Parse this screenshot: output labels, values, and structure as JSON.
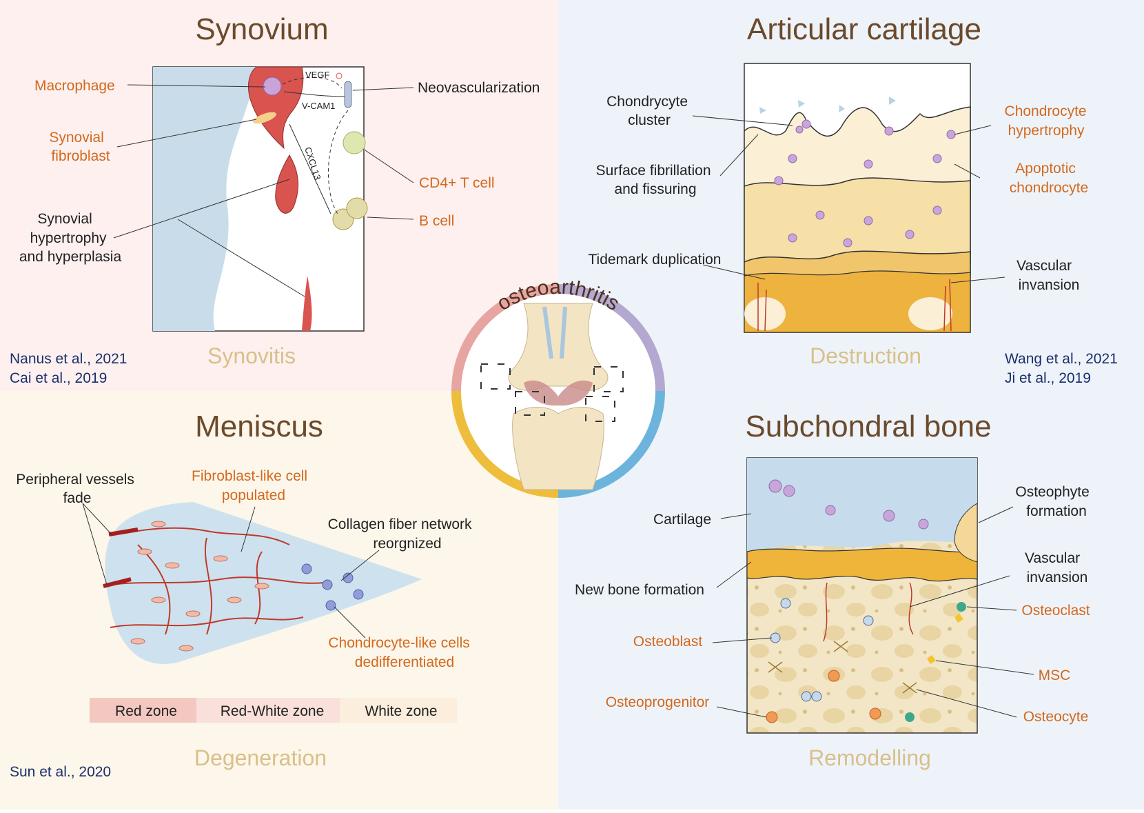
{
  "center": {
    "label": "osteoarthritis"
  },
  "synovium": {
    "title": "Synovium",
    "subtitle": "Synovitis",
    "refs": [
      "Nanus et al., 2021",
      "Cai et al., 2019"
    ],
    "labels": {
      "macrophage": "Macrophage",
      "synovial_fibroblast": [
        "Synovial",
        "fibroblast"
      ],
      "hypertrophy": [
        "Synovial",
        "hypertrophy",
        "and hyperplasia"
      ],
      "neovascularization": "Neovascularization",
      "cd4": "CD4+ T cell",
      "bcell": "B cell",
      "vegf": "VEGF",
      "vcam": "V-CAM1",
      "cxcl13": "CXCL13"
    }
  },
  "cartilage": {
    "title": "Articular cartilage",
    "subtitle": "Destruction",
    "refs": [
      "Wang et al., 2021",
      "Ji et al., 2019"
    ],
    "labels": {
      "cluster": [
        "Chondrycyte",
        "cluster"
      ],
      "fibrillation": [
        "Surface fibrillation",
        "and fissuring"
      ],
      "tidemark": "Tidemark duplication",
      "hypertrophy": [
        "Chondrocyte",
        "hypertrophy"
      ],
      "apoptotic": [
        "Apoptotic",
        "chondrocyte"
      ],
      "vascular": [
        "Vascular",
        "invansion"
      ]
    }
  },
  "meniscus": {
    "title": "Meniscus",
    "subtitle": "Degeneration",
    "refs": [
      "Sun et al., 2020"
    ],
    "labels": {
      "peripheral": [
        "Peripheral vessels",
        "fade"
      ],
      "fibroblast": [
        "Fibroblast-like cell",
        "populated"
      ],
      "collagen": [
        "Collagen fiber network",
        "reorgnized"
      ],
      "chondrocyte": [
        "Chondrocyte-like cells",
        "dedifferentiated"
      ]
    },
    "zones": [
      "Red zone",
      "Red-White zone",
      "White zone"
    ]
  },
  "subchondral": {
    "title": "Subchondral bone",
    "subtitle": "Remodelling",
    "labels": {
      "cartilage": "Cartilage",
      "newbone": "New bone formation",
      "osteoblast": "Osteoblast",
      "osteoprogenitor": "Osteoprogenitor",
      "osteophyte": [
        "Osteophyte",
        "formation"
      ],
      "vascular": [
        "Vascular",
        "invansion"
      ],
      "osteoclast": "Osteoclast",
      "msc": "MSC",
      "osteocyte": "Osteocyte"
    }
  },
  "colors": {
    "bg_synovium": "#fdf0ef",
    "bg_cartilage": "#eef3fa",
    "bg_meniscus": "#fdf6ea",
    "bg_subchondral": "#eef3fa",
    "ring_red": "#e7a5a2",
    "ring_purple": "#b3a8cf",
    "ring_yellow": "#eebd3c",
    "ring_blue": "#6cb4dc"
  }
}
